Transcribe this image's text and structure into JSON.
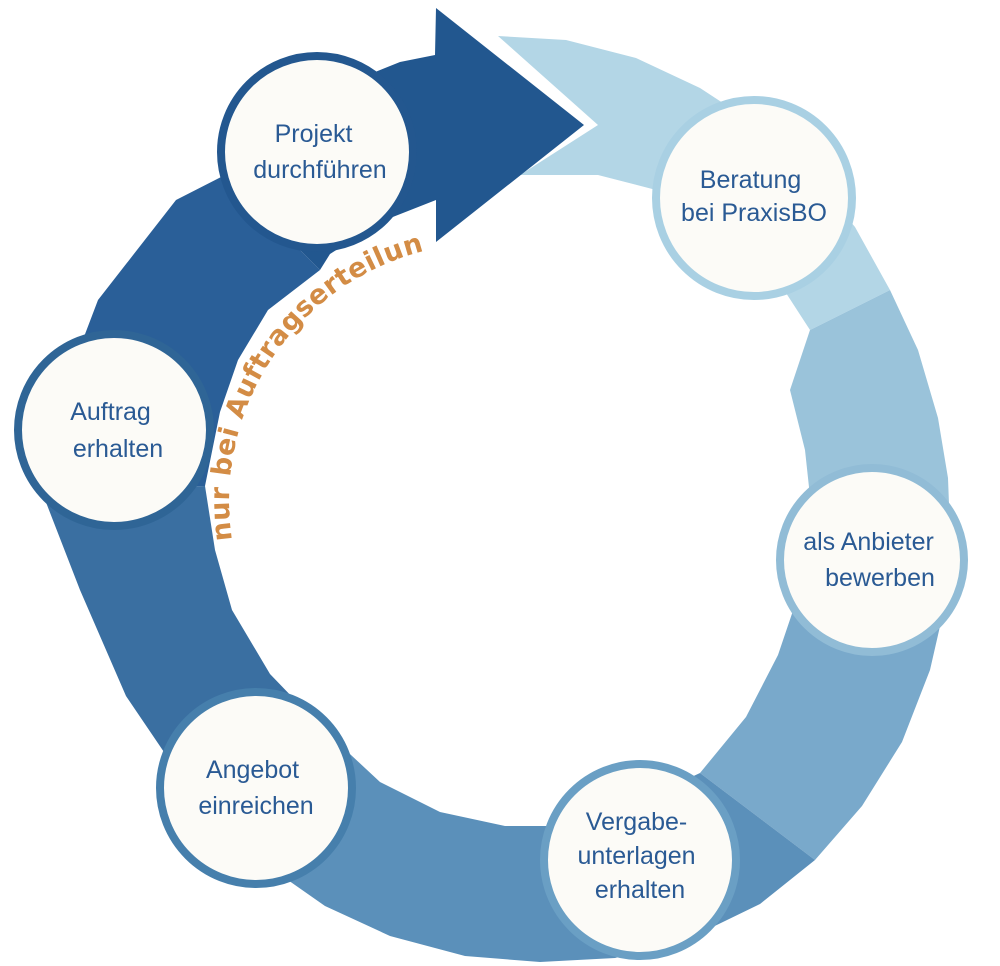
{
  "diagram": {
    "arc_label": "nur bei Auftragserteilung",
    "steps": [
      {
        "lines": [
          "Beratung",
          "bei PraxisBO"
        ],
        "ring_color": "#a9d0e3"
      },
      {
        "lines": [
          "als Anbieter",
          "bewerben"
        ],
        "ring_color": "#91bcd6"
      },
      {
        "lines": [
          "Vergabe-",
          "unterlagen",
          "erhalten"
        ],
        "ring_color": "#6a9fc4"
      },
      {
        "lines": [
          "Angebot",
          "einreichen"
        ],
        "ring_color": "#467fac"
      },
      {
        "lines": [
          "Auftrag",
          "erhalten"
        ],
        "ring_color": "#2f6596"
      },
      {
        "lines": [
          "Projekt",
          "durchführen"
        ],
        "ring_color": "#23578f"
      }
    ],
    "segment_colors": [
      "#b3d6e6",
      "#9ac3da",
      "#79a9cb",
      "#5b90ba",
      "#3a6fa1",
      "#2a5f98",
      "#22578f"
    ]
  }
}
